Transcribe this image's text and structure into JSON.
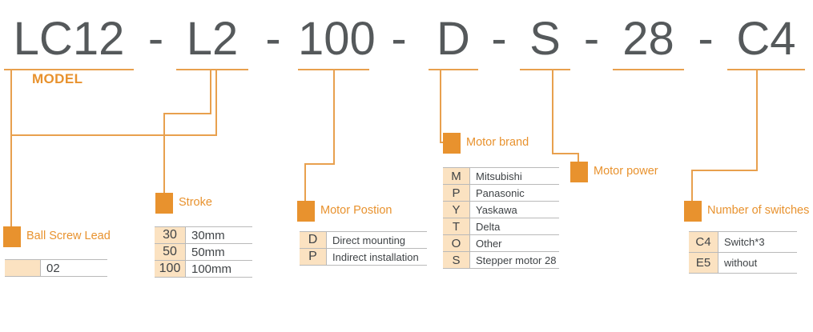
{
  "model_code": {
    "tokens": [
      "LC12",
      "L2",
      "100",
      "D",
      "S",
      "28",
      "C4"
    ],
    "separator": "-",
    "color": "#55595b"
  },
  "model_label": "MODEL",
  "accent_color": "#e8922e",
  "key_cell_color": "#fbe2c1",
  "callouts": [
    {
      "id": "ball-screw-lead",
      "label": "Ball Screw Lead"
    },
    {
      "id": "stroke",
      "label": "Stroke"
    },
    {
      "id": "motor-postion",
      "label": "Motor Postion"
    },
    {
      "id": "motor-brand",
      "label": "Motor brand"
    },
    {
      "id": "motor-power",
      "label": "Motor power"
    },
    {
      "id": "number-of-switches",
      "label": "Number of switches"
    }
  ],
  "tables": {
    "ball_screw_lead": {
      "rows": [
        {
          "key": "",
          "value": "02"
        }
      ]
    },
    "stroke": {
      "rows": [
        {
          "key": "30",
          "value": "30mm"
        },
        {
          "key": "50",
          "value": "50mm"
        },
        {
          "key": "100",
          "value": "100mm"
        }
      ]
    },
    "motor_postion": {
      "rows": [
        {
          "key": "D",
          "value": "Direct mounting"
        },
        {
          "key": "P",
          "value": "Indirect installation"
        }
      ]
    },
    "motor_brand": {
      "rows": [
        {
          "key": "M",
          "value": "Mitsubishi"
        },
        {
          "key": "P",
          "value": "Panasonic"
        },
        {
          "key": "Y",
          "value": "Yaskawa"
        },
        {
          "key": "T",
          "value": "Delta"
        },
        {
          "key": "O",
          "value": "Other"
        },
        {
          "key": "S",
          "value": "Stepper motor 28"
        }
      ]
    },
    "number_of_switches": {
      "rows": [
        {
          "key": "C4",
          "value": "Switch*3"
        },
        {
          "key": "E5",
          "value": "without"
        }
      ]
    }
  }
}
